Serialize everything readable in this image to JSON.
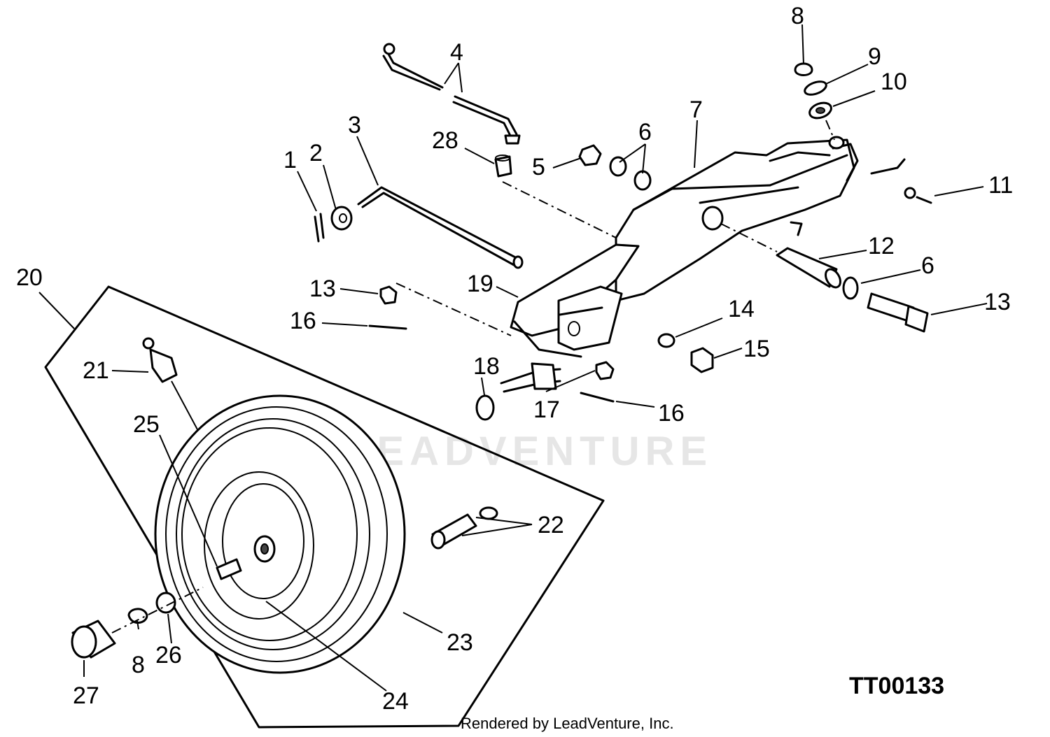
{
  "diagram_code": "TT00133",
  "credit": "Rendered by LeadVenture, Inc.",
  "watermark": "LEADVENTURE",
  "callouts": {
    "c1": "1",
    "c2": "2",
    "c3": "3",
    "c4": "4",
    "c5": "5",
    "c6a": "6",
    "c6b": "6",
    "c7": "7",
    "c8a": "8",
    "c8b": "8",
    "c9": "9",
    "c10": "10",
    "c11": "11",
    "c12": "12",
    "c13a": "13",
    "c13b": "13",
    "c14": "14",
    "c15": "15",
    "c16a": "16",
    "c16b": "16",
    "c17": "17",
    "c18": "18",
    "c19": "19",
    "c20": "20",
    "c21": "21",
    "c22": "22",
    "c23": "23",
    "c24": "24",
    "c25": "25",
    "c26": "26",
    "c27": "27",
    "c28": "28"
  }
}
